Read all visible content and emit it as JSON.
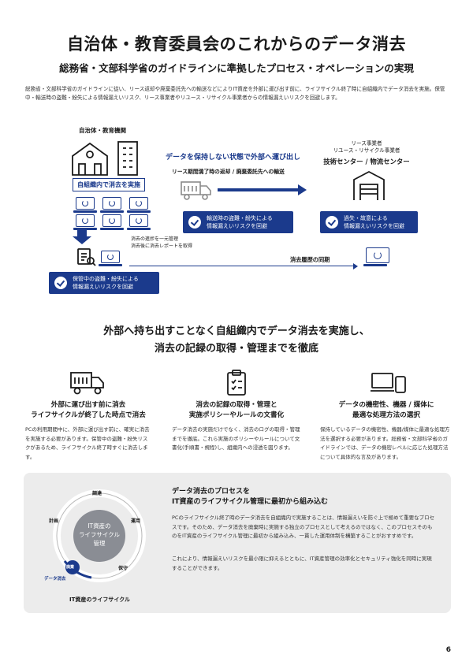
{
  "header": {
    "title": "自治体・教育委員会のこれからのデータ消去",
    "subtitle": "総務省・文部科学省のガイドラインに準拠したプロセス・オペレーションの実現",
    "intro": "総務省・文部科学省のガイドラインに従い、リース返却や廃棄委託先への輸送などによりIT資産を外部に運び出す前に、ライフサイクル終了時に自組織内でデータ消去を実施。保管中・輸送時の盗難・紛失による情報漏えいリスク、リース事業者やリユース・リサイクル事業者からの情報漏えいリスクを回避します。"
  },
  "diagram": {
    "org_label": "自治体・教育機関",
    "erase_tag": "自組織内で消去を実施",
    "transport_heading": "データを保持しない状態で外部へ運び出し",
    "transport_sub": "リース期間満了時の返却 / 廃棄委託先への輸送",
    "vendor_label_1": "リース事業者",
    "vendor_label_2": "リユース・リサイクル事業者",
    "vendor_name": "技術センター / 物流センター",
    "badge_transport": [
      "輸送時の盗難・紛失による",
      "情報漏えいリスクを回避"
    ],
    "badge_vendor": [
      "過失・故意による",
      "情報漏えいリスクを回避"
    ],
    "badge_storage": [
      "保管中の盗難・紛失による",
      "情報漏えいリスクを回避"
    ],
    "log_note_1": "消去の進捗を一元管理",
    "log_note_2": "消去後に消去レポートを取得",
    "sync_label": "消去履歴の同期"
  },
  "middle": {
    "heading_line1": "外部へ持ち出すことなく自組織内でデータ消去を実施し、",
    "heading_line2": "消去の記録の取得・管理までを徹底"
  },
  "columns": [
    {
      "icon": "truck-icon",
      "title_1": "外部に運び出す前に消去",
      "title_2": "ライフサイクルが終了した時点で消去",
      "body": "PCの利用期間中に、外部に運び出す前に、確実に消去を実施する必要があります。保管中の盗難・紛失リスクがあるため、ライフサイクル終了時すぐに消去します。"
    },
    {
      "icon": "clipboard-icon",
      "title_1": "消去の記録の取得・管理と",
      "title_2": "実施ポリシーやルールの文書化",
      "body": "データ消去の実施だけでなく、消去のログの取得・管理までを徹底。これら実施のポリシーやルールについて文書化(手順書・規程)し、組織内への浸透を図ります。"
    },
    {
      "icon": "devices-icon",
      "title_1": "データの機密性、機器 / 媒体に",
      "title_2": "最適な処理方法の選択",
      "body": "保持しているデータの機密性、機器/媒体に最適な処理方法を選択する必要があります。総務省・文部科学省のガイドラインでは、データの機密レベルに応じた処理方法について具体的な言及があります。"
    }
  ],
  "lifecycle": {
    "center_1": "IT資産の",
    "center_2": "ライフサイクル",
    "center_3": "管理",
    "stage_top": "調達",
    "stage_left": "計画",
    "stage_right": "運用",
    "stage_br": "保守",
    "stage_badge": "廃棄",
    "arc_label": "データ消去",
    "caption": "IT資産のライフサイクル"
  },
  "process": {
    "title_1": "データ消去のプロセスを",
    "title_2": "IT資産のライフサイクル管理に最初から組み込む",
    "para1": "PCのライフサイクル終了時のデータ消去を自組織内で実施することは、情報漏えいを防ぐ上で極めて重要なプロセスです。そのため、データ消去を廃棄時に実施する独立のプロセスとして考えるのではなく、このプロセスそのものをIT資産のライフサイクル管理に最初から組み込み、一貫した運用体制を構築することがおすすめです。",
    "para2": "これにより、情報漏えいリスクを最小限に抑えるとともに、IT資産管理の効率化とセキュリティ強化を同時に実現することができます。"
  },
  "page_number": "6",
  "colors": {
    "accent": "#1b3a8c",
    "panel": "#ececec"
  }
}
